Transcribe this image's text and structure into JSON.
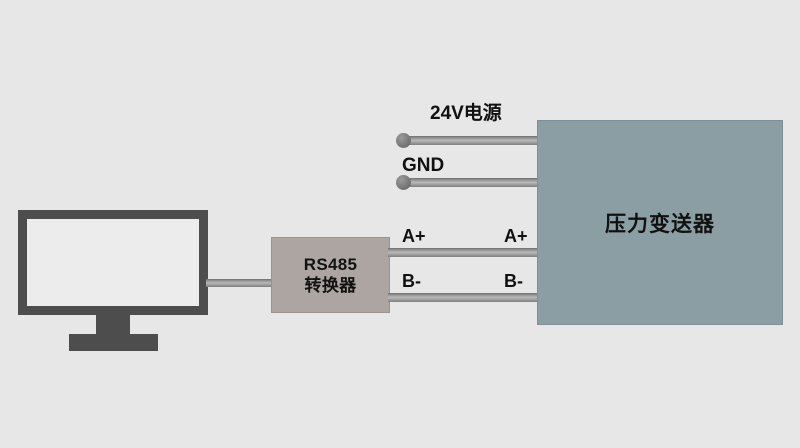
{
  "diagram": {
    "title": "RS485 pressure transmitter wiring diagram",
    "background_color": "#e7e7e7"
  },
  "devices": {
    "monitor": {
      "name": "computer-monitor",
      "frame_color": "#4d4d4d",
      "screen_color": "#ececec"
    },
    "converter": {
      "line1": "RS485",
      "line2": "转换器",
      "color": "#aca5a1"
    },
    "transmitter": {
      "label": "压力变送器",
      "color": "#8b9ea3"
    }
  },
  "connections": {
    "power": {
      "label": "24V电源",
      "terminal": "round-terminal-dot"
    },
    "ground": {
      "label": "GND",
      "terminal": "round-terminal-dot"
    },
    "signal_a": {
      "label_left": "A+",
      "label_right": "A+"
    },
    "signal_b": {
      "label_left": "B-",
      "label_right": "B-"
    },
    "cable_color": "#9a9a9a"
  }
}
